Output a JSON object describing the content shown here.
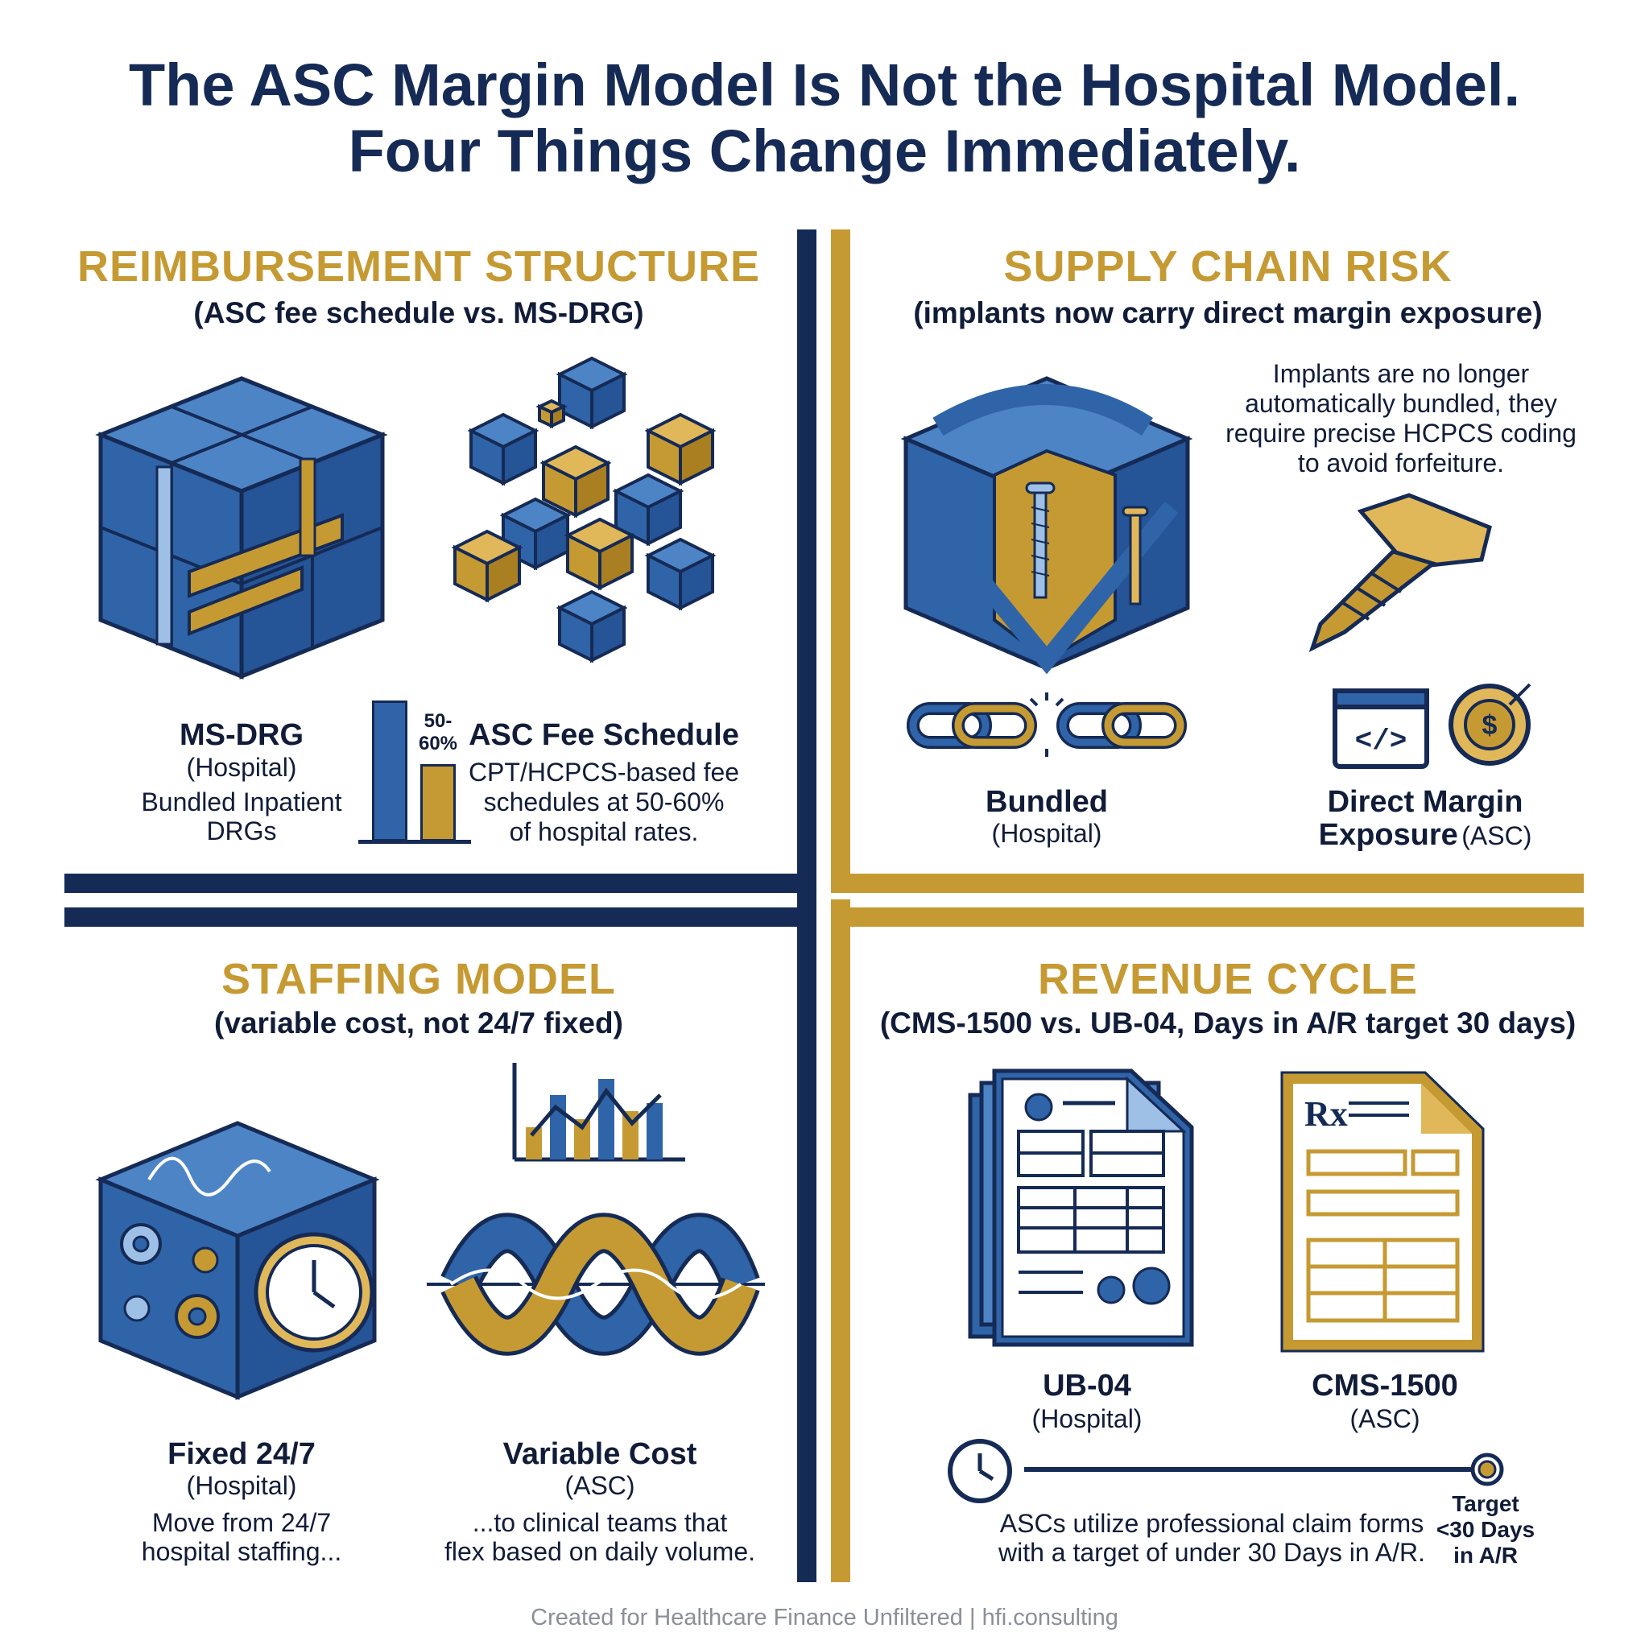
{
  "title": {
    "line1": "The ASC Margin Model Is Not the Hospital Model.",
    "line2": "Four Things Change Immediately."
  },
  "colors": {
    "navy": "#152a55",
    "blue": "#2f64a8",
    "gold": "#c69a33",
    "light_blue": "#9fc0e6"
  },
  "quadrants": {
    "reimbursement": {
      "title": "REIMBURSEMENT STRUCTURE",
      "subtitle": "(ASC fee schedule vs. MS-DRG)",
      "left_title": "MS-DRG",
      "left_sub": "(Hospital)",
      "left_desc_1": "Bundled Inpatient",
      "left_desc_2": "DRGs",
      "bar_label_1": "50-",
      "bar_label_2": "60%",
      "right_title": "ASC Fee Schedule",
      "right_desc_1": "CPT/HCPCS-based fee",
      "right_desc_2": "schedules at 50-60%",
      "right_desc_3": "of hospital rates.",
      "bar_values": {
        "hospital": 100,
        "asc": 55
      }
    },
    "supply_chain": {
      "title": "SUPPLY CHAIN RISK",
      "subtitle": "(implants now carry direct margin exposure)",
      "note_1": "Implants are no longer",
      "note_2": "automatically bundled, they",
      "note_3": "require precise HCPCS coding",
      "note_4": "to avoid forfeiture.",
      "left_title": "Bundled",
      "left_sub": "(Hospital)",
      "right_title_1": "Direct Margin",
      "right_title_2": "Exposure",
      "right_sub": "(ASC)",
      "code_glyph": "</>",
      "coin_glyph": "$"
    },
    "staffing": {
      "title": "STAFFING MODEL",
      "subtitle": "(variable cost, not 24/7 fixed)",
      "left_title": "Fixed 24/7",
      "left_sub": "(Hospital)",
      "left_desc_1": "Move from 24/7",
      "left_desc_2": "hospital staffing...",
      "right_title": "Variable Cost",
      "right_sub": "(ASC)",
      "right_desc_1": "...to clinical teams that",
      "right_desc_2": "flex based on daily volume."
    },
    "revenue": {
      "title": "REVENUE CYCLE",
      "subtitle": "(CMS-1500 vs. UB-04, Days in A/R target 30 days)",
      "left_title": "UB-04",
      "left_sub": "(Hospital)",
      "right_title": "CMS-1500",
      "right_sub": "(ASC)",
      "rx_glyph": "Rx",
      "desc_1": "ASCs utilize professional claim forms",
      "desc_2": "with a target of under 30 Days in A/R.",
      "target_1": "Target",
      "target_2": "<30 Days",
      "target_3": "in A/R"
    }
  },
  "footer": "Created for Healthcare Finance Unfiltered | hfi.consulting"
}
